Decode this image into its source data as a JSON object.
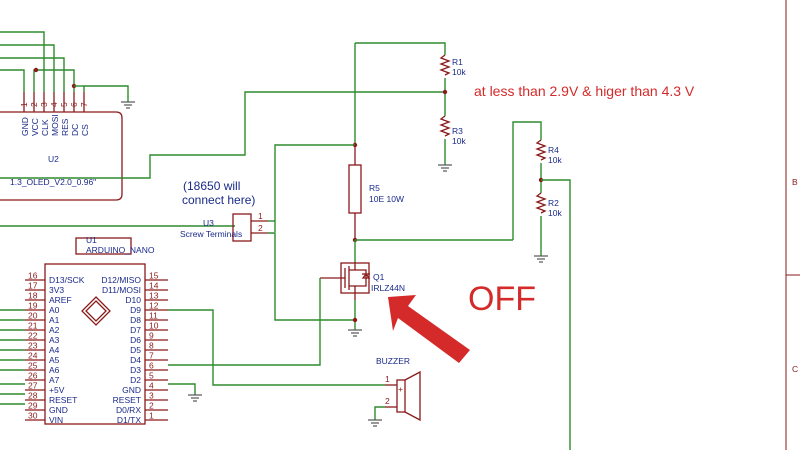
{
  "annotations": {
    "condition": "at less than 2.9V & higer than 4.3 V",
    "battery_line1": "(18650 will",
    "battery_line2": "connect here)",
    "state": "OFF"
  },
  "oled": {
    "ref": "U2",
    "value": "1.3_OLED_V2.0_0.96\"",
    "pins": [
      {
        "num": "1",
        "name": "GND"
      },
      {
        "num": "2",
        "name": "VCC"
      },
      {
        "num": "3",
        "name": "CLK"
      },
      {
        "num": "4",
        "name": "MOSI"
      },
      {
        "num": "5",
        "name": "RES"
      },
      {
        "num": "6",
        "name": "DC"
      },
      {
        "num": "7",
        "name": "CS"
      }
    ]
  },
  "terminals": {
    "ref": "U3",
    "value": "Screw Terminals",
    "pin1": "1",
    "pin2": "2"
  },
  "nano": {
    "ref": "U1",
    "value": "ARDUINO_NANO",
    "left_pins": [
      {
        "num": "16",
        "name": "D13/SCK"
      },
      {
        "num": "17",
        "name": "3V3"
      },
      {
        "num": "18",
        "name": "AREF"
      },
      {
        "num": "19",
        "name": "A0"
      },
      {
        "num": "20",
        "name": "A1"
      },
      {
        "num": "21",
        "name": "A2"
      },
      {
        "num": "22",
        "name": "A3"
      },
      {
        "num": "23",
        "name": "A4"
      },
      {
        "num": "24",
        "name": "A5"
      },
      {
        "num": "25",
        "name": "A6"
      },
      {
        "num": "26",
        "name": "A7"
      },
      {
        "num": "27",
        "name": "+5V"
      },
      {
        "num": "28",
        "name": "RESET"
      },
      {
        "num": "29",
        "name": "GND"
      },
      {
        "num": "30",
        "name": "VIN"
      }
    ],
    "right_pins": [
      {
        "num": "15",
        "name": "D12/MISO"
      },
      {
        "num": "14",
        "name": "D11/MOSI"
      },
      {
        "num": "13",
        "name": "D10"
      },
      {
        "num": "12",
        "name": "D9"
      },
      {
        "num": "11",
        "name": "D8"
      },
      {
        "num": "10",
        "name": "D7"
      },
      {
        "num": "9",
        "name": "D6"
      },
      {
        "num": "8",
        "name": "D5"
      },
      {
        "num": "7",
        "name": "D4"
      },
      {
        "num": "6",
        "name": "D3"
      },
      {
        "num": "5",
        "name": "D2"
      },
      {
        "num": "4",
        "name": "GND"
      },
      {
        "num": "3",
        "name": "RESET"
      },
      {
        "num": "2",
        "name": "D0/RX"
      },
      {
        "num": "1",
        "name": "D1/TX"
      }
    ]
  },
  "resistors": {
    "r1": {
      "ref": "R1",
      "value": "10k"
    },
    "r3": {
      "ref": "R3",
      "value": "10k"
    },
    "r4": {
      "ref": "R4",
      "value": "10k"
    },
    "r2": {
      "ref": "R2",
      "value": "10k"
    },
    "r5": {
      "ref": "R5",
      "value": "10E 10W"
    }
  },
  "mosfet": {
    "ref": "Q1",
    "value": "IRLZ44N"
  },
  "buzzer": {
    "label": "BUZZER",
    "pin1": "1",
    "pin2": "2",
    "plus": "+"
  },
  "frame": {
    "marker_b": "B",
    "marker_c": "C"
  }
}
